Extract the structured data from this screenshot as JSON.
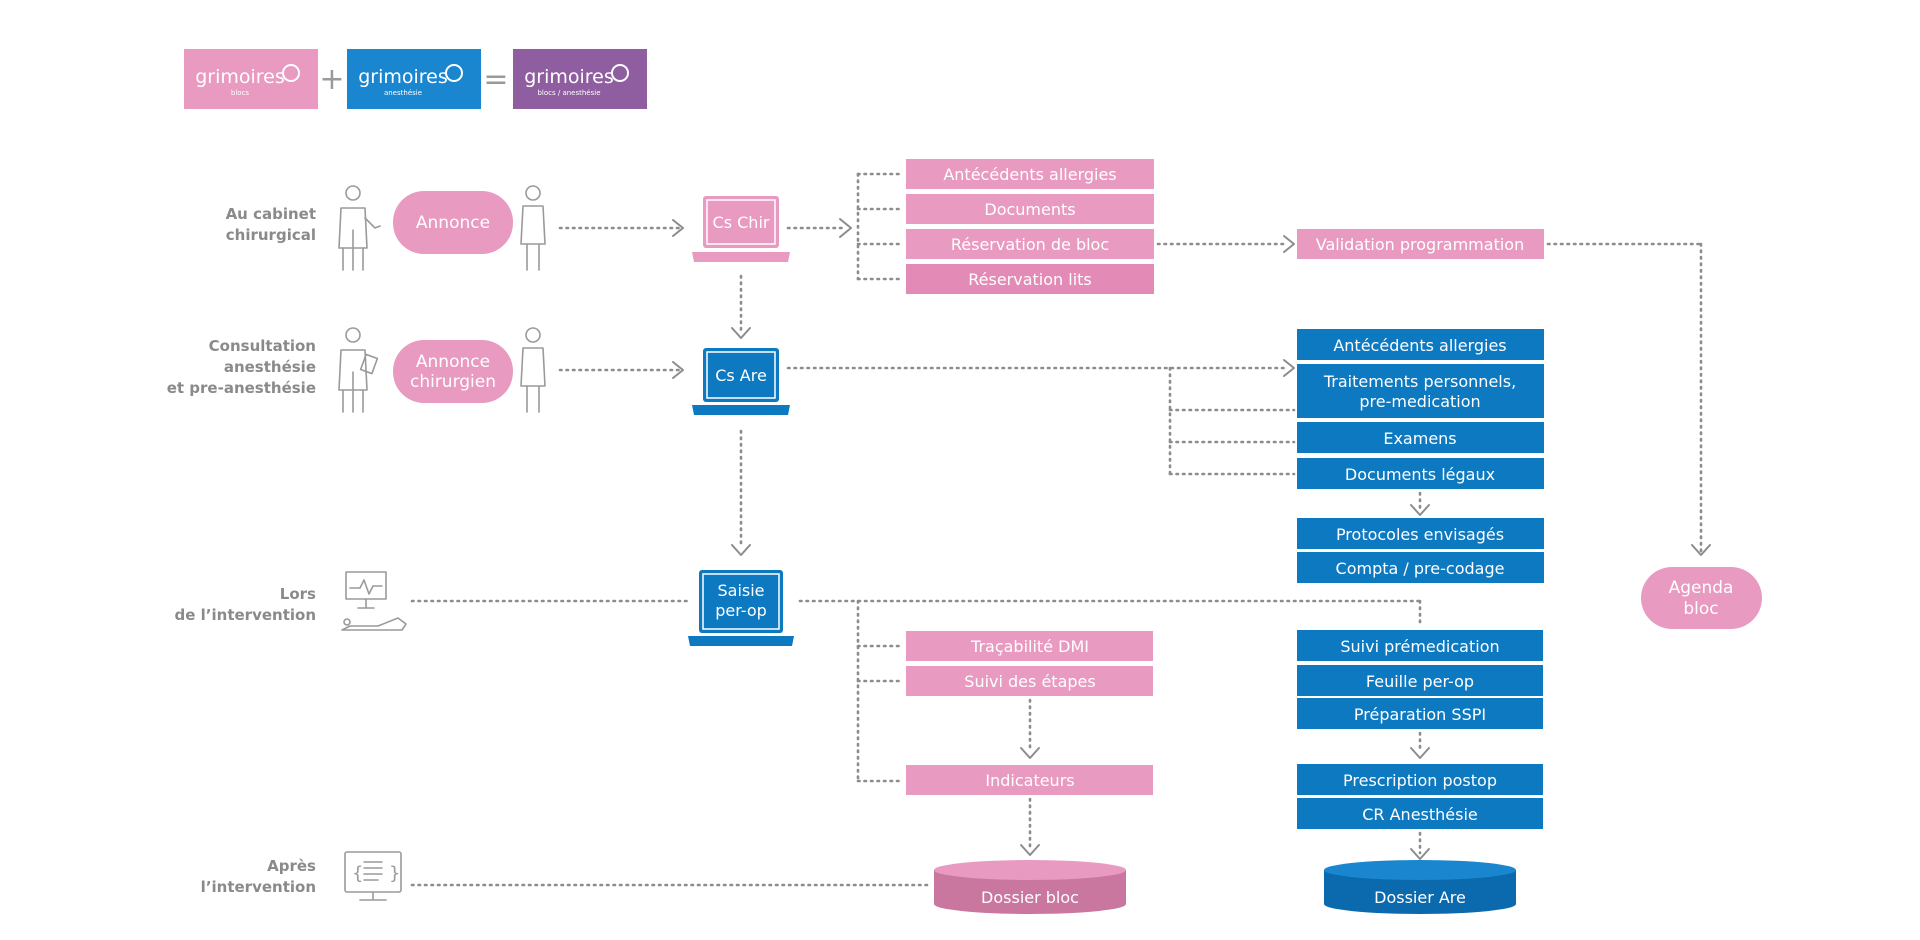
{
  "colors": {
    "pink": "#e89ac1",
    "pink_dark": "#e38ab6",
    "blue": "#0d79c1",
    "purple": "#8f5ea0",
    "gray": "#8c8c8c"
  },
  "logos": {
    "pink": {
      "word": "grimoires",
      "sub": "blocs"
    },
    "blue": {
      "word": "grimoires",
      "sub": "anesthésie"
    },
    "purple": {
      "word": "grimoires",
      "sub": "blocs / anesthésie"
    },
    "plus": "+",
    "equals": "="
  },
  "rows": {
    "cabinet": {
      "line1": "Au cabinet",
      "line2": "chirurgical"
    },
    "consultation": {
      "line1": "Consultation",
      "line2": "anesthésie",
      "line3": "et pre-anesthésie"
    },
    "intervention": {
      "line1": "Lors",
      "line2": "de l’intervention"
    },
    "apres": {
      "line1": "Après",
      "line2": "l’intervention"
    }
  },
  "bubbles": {
    "annonce": "Annonce",
    "annonce_chir_1": "Annonce",
    "annonce_chir_2": "chirurgien",
    "agenda_1": "Agenda",
    "agenda_2": "bloc"
  },
  "laptops": {
    "cs_chir": "Cs Chir",
    "cs_are": "Cs Are",
    "saisie_1": "Saisie",
    "saisie_2": "per-op"
  },
  "pink_boxes": {
    "antecedents": "Antécédents allergies",
    "documents": "Documents",
    "reservation_bloc": "Réservation de bloc",
    "reservation_lits": "Réservation lits",
    "validation": "Validation programmation",
    "tracabilite": "Traçabilité DMI",
    "suivi_etapes": "Suivi des étapes",
    "indicateurs": "Indicateurs"
  },
  "blue_boxes": {
    "antecedents": "Antécédents allergies",
    "traitements_1": "Traitements personnels,",
    "traitements_2": "pre-medication",
    "examens": "Examens",
    "documents_legaux": "Documents légaux",
    "protocoles": "Protocoles envisagés",
    "compta": "Compta / pre-codage",
    "suivi_premed": "Suivi prémedication",
    "feuille": "Feuille per-op",
    "preparation": "Préparation SSPI",
    "prescription": "Prescription postop",
    "cr": "CR Anesthésie"
  },
  "databases": {
    "bloc": "Dossier bloc",
    "are": "Dossier Are"
  }
}
